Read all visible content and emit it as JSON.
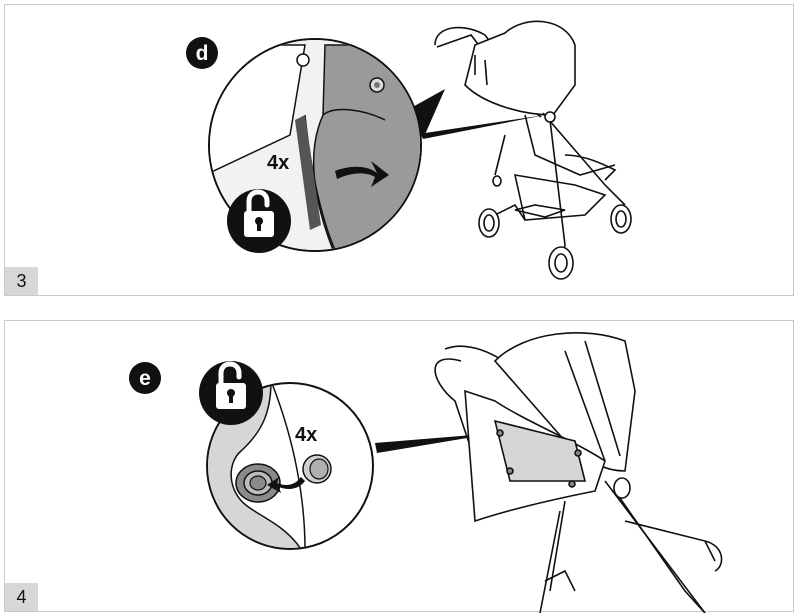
{
  "steps": [
    {
      "number": "3",
      "badge": "d",
      "quantity": "4x",
      "lock_state": "unlocked"
    },
    {
      "number": "4",
      "badge": "e",
      "quantity": "4x",
      "lock_state": "unlocked"
    }
  ]
}
